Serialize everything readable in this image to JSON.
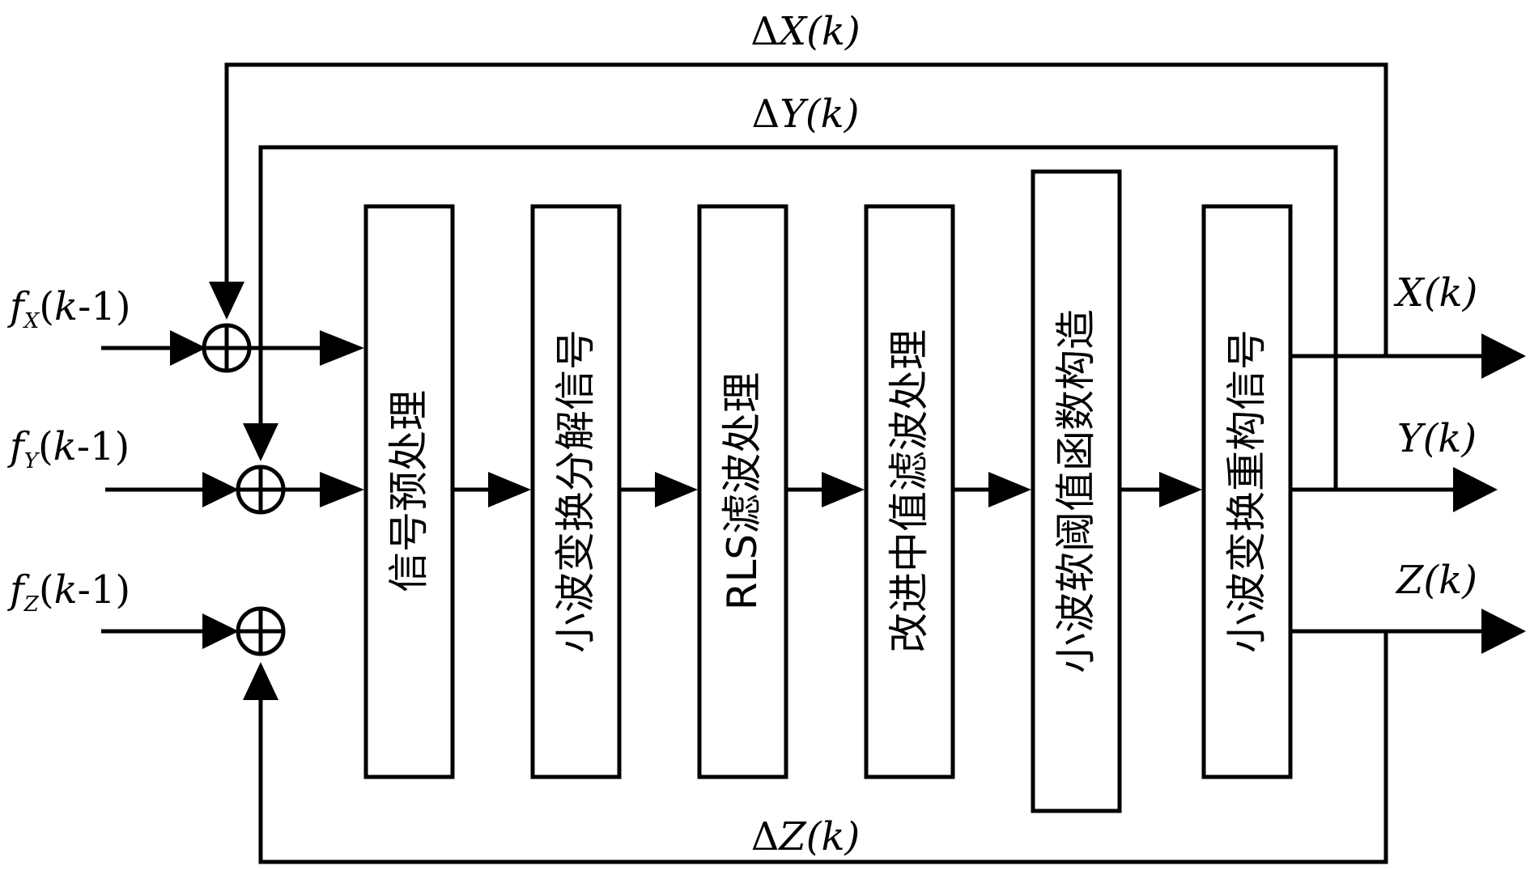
{
  "feedback": {
    "dx": {
      "delta": "Δ",
      "var": "X",
      "arg": "(k)"
    },
    "dy": {
      "delta": "Δ",
      "var": "Y",
      "arg": "(k)"
    },
    "dz": {
      "delta": "Δ",
      "var": "Z",
      "arg": "(k)"
    }
  },
  "inputs": {
    "fx": {
      "f": "f",
      "sub": "X",
      "open": "(",
      "k": "k",
      "rest": "-1)"
    },
    "fy": {
      "f": "f",
      "sub": "Y",
      "open": "(",
      "k": "k",
      "rest": "-1)"
    },
    "fz": {
      "f": "f",
      "sub": "Z",
      "open": "(",
      "k": "k",
      "rest": "-1)"
    }
  },
  "outputs": {
    "x": {
      "var": "X",
      "arg": "(k)"
    },
    "y": {
      "var": "Y",
      "arg": "(k)"
    },
    "z": {
      "var": "Z",
      "arg": "(k)"
    }
  },
  "blocks": [
    "信号预处理",
    "小波变换分解信号",
    "RLS滤波处理",
    "改进中值滤波处理",
    "小波软阈值函数构造",
    "小波变换重构信号"
  ]
}
